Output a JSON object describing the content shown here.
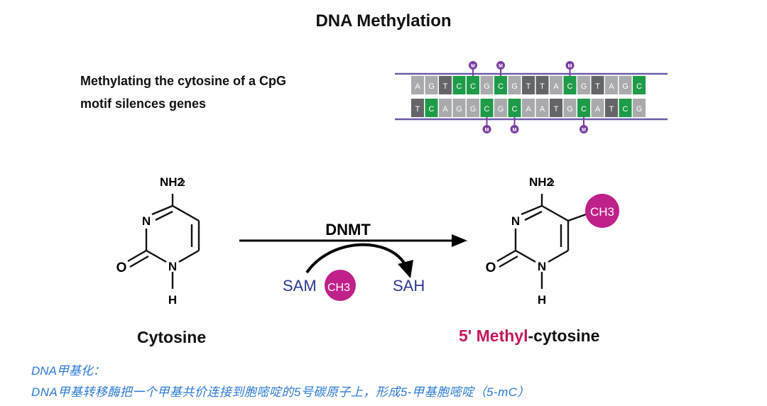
{
  "title": "DNA Methylation",
  "subtitle_lines": [
    "Methylating the cytosine of a CpG",
    "motif silences genes"
  ],
  "dna": {
    "top_strand": [
      {
        "b": "A",
        "c": "gray"
      },
      {
        "b": "G",
        "c": "gray"
      },
      {
        "b": "T",
        "c": "dark"
      },
      {
        "b": "C",
        "c": "green"
      },
      {
        "b": "C",
        "c": "green",
        "m": true
      },
      {
        "b": "G",
        "c": "gray"
      },
      {
        "b": "C",
        "c": "green",
        "m": true
      },
      {
        "b": "G",
        "c": "gray"
      },
      {
        "b": "T",
        "c": "dark"
      },
      {
        "b": "T",
        "c": "dark"
      },
      {
        "b": "A",
        "c": "gray"
      },
      {
        "b": "C",
        "c": "green",
        "m": true
      },
      {
        "b": "G",
        "c": "gray"
      },
      {
        "b": "T",
        "c": "dark"
      },
      {
        "b": "A",
        "c": "gray"
      },
      {
        "b": "G",
        "c": "gray"
      },
      {
        "b": "C",
        "c": "green"
      }
    ],
    "bottom_strand": [
      {
        "b": "T",
        "c": "dark"
      },
      {
        "b": "C",
        "c": "green"
      },
      {
        "b": "A",
        "c": "gray"
      },
      {
        "b": "G",
        "c": "gray"
      },
      {
        "b": "G",
        "c": "gray"
      },
      {
        "b": "C",
        "c": "green",
        "m": true
      },
      {
        "b": "G",
        "c": "gray"
      },
      {
        "b": "C",
        "c": "green",
        "m": true
      },
      {
        "b": "A",
        "c": "gray"
      },
      {
        "b": "A",
        "c": "gray"
      },
      {
        "b": "T",
        "c": "dark"
      },
      {
        "b": "G",
        "c": "gray"
      },
      {
        "b": "C",
        "c": "green",
        "m": true
      },
      {
        "b": "A",
        "c": "gray"
      },
      {
        "b": "T",
        "c": "dark"
      },
      {
        "b": "C",
        "c": "green"
      },
      {
        "b": "G",
        "c": "gray"
      }
    ],
    "methyl_mark": "M",
    "colors": {
      "gray": "#a9aaad",
      "dark": "#636569",
      "green": "#1e9b48",
      "strand": "#6c5ba8",
      "methyl": "#7b3fa0"
    }
  },
  "reaction": {
    "enzyme": "DNMT",
    "donor": "SAM",
    "product_side": "SAH",
    "methyl_group": "CH3",
    "arrow_color": "#000000",
    "cofactor_color": "#2a3a8f",
    "methyl_ball_color": "#c0208a"
  },
  "cytosine": {
    "name": "Cytosine",
    "atoms": {
      "amine": "NH2",
      "n3": "N",
      "n1": "N",
      "h": "H",
      "o": "O"
    }
  },
  "methylcytosine": {
    "name_prefix": "5' Methyl",
    "name_suffix": "-cytosine",
    "atoms": {
      "amine": "NH2",
      "n3": "N",
      "n1": "N",
      "h": "H",
      "o": "O",
      "methyl": "CH3"
    }
  },
  "notes": {
    "line1": "DNA甲基化：",
    "line2": "DNA甲基转移酶把一个甲基共价连接到胞嘧啶的5号碳原子上，形成5-甲基胞嘧啶（5-mC）"
  }
}
